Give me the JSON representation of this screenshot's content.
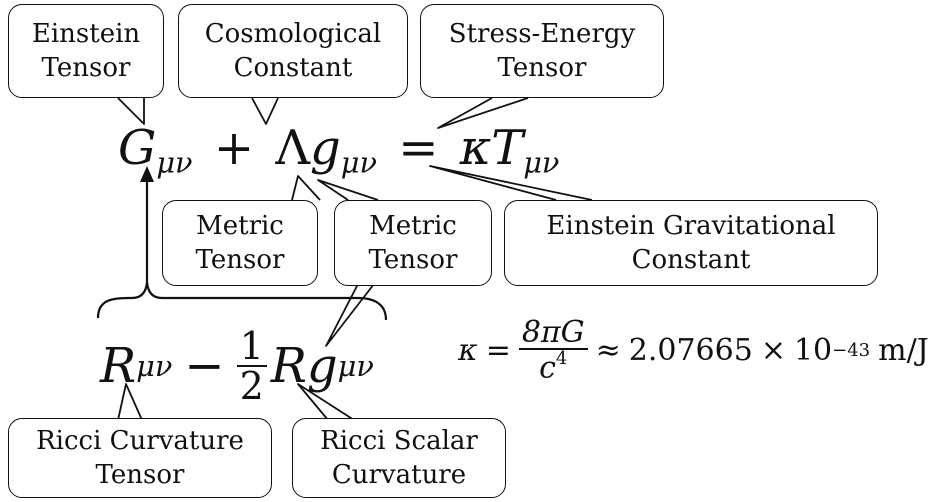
{
  "labels": {
    "einstein_tensor": [
      "Einstein",
      "Tensor"
    ],
    "cosmological_constant": [
      "Cosmological",
      "Constant"
    ],
    "stress_energy_tensor": [
      "Stress-Energy",
      "Tensor"
    ],
    "metric_tensor_1": [
      "Metric",
      "Tensor"
    ],
    "metric_tensor_2": [
      "Metric",
      "Tensor"
    ],
    "einstein_gravitational_constant": [
      "Einstein Gravitational",
      "Constant"
    ],
    "ricci_curvature_tensor": [
      "Ricci Curvature",
      "Tensor"
    ],
    "ricci_scalar_curvature": [
      "Ricci Scalar",
      "Curvature"
    ]
  },
  "equation": {
    "G": "G",
    "munu": "μν",
    "plus": "+",
    "Lambda": "Λ",
    "g": "g",
    "equals": "=",
    "kappa": "κ",
    "T": "T"
  },
  "ricci_expr": {
    "R": "R",
    "munu": "μν",
    "minus": "−",
    "half_num": "1",
    "half_den": "2",
    "R_scalar": "R",
    "g": "g"
  },
  "kappa_def": {
    "kappa": "κ",
    "equals": "=",
    "numerator": "8πG",
    "den_base": "c",
    "den_exp": "4",
    "approx": "≈",
    "coefficient": "2.07665",
    "times": "×",
    "base": "10",
    "exponent": "−43",
    "unit": "m/J"
  }
}
